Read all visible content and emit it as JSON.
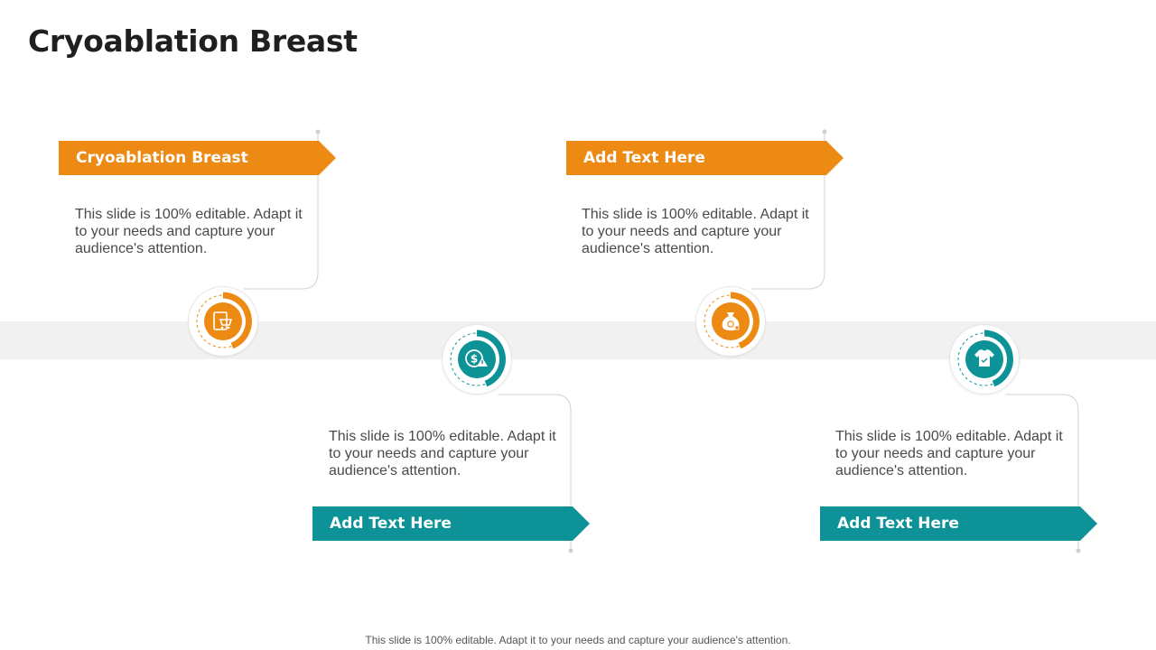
{
  "title": "Cryoablation Breast",
  "items": [
    {
      "heading": "Cryoablation Breast",
      "text": "This slide is 100% editable. Adapt it to your needs and capture your audience's attention.",
      "icon": "tablet-cart-icon",
      "color": "#ec8a13"
    },
    {
      "heading": "Add Text Here",
      "text": "This slide is 100% editable. Adapt it to your needs and capture your audience's attention.",
      "icon": "dollar-coin-warning-icon",
      "color": "#0d9397"
    },
    {
      "heading": "Add Text Here",
      "text": "This slide is 100% editable. Adapt it to your needs and capture your audience's attention.",
      "icon": "money-bag-icon",
      "color": "#ec8a13"
    },
    {
      "heading": "Add Text Here",
      "text": "This slide is 100% editable. Adapt it to your needs and capture your audience's attention.",
      "icon": "tshirt-icon",
      "color": "#0d9397"
    }
  ],
  "footer": "This slide is 100% editable. Adapt it to your needs and capture your audience's attention."
}
